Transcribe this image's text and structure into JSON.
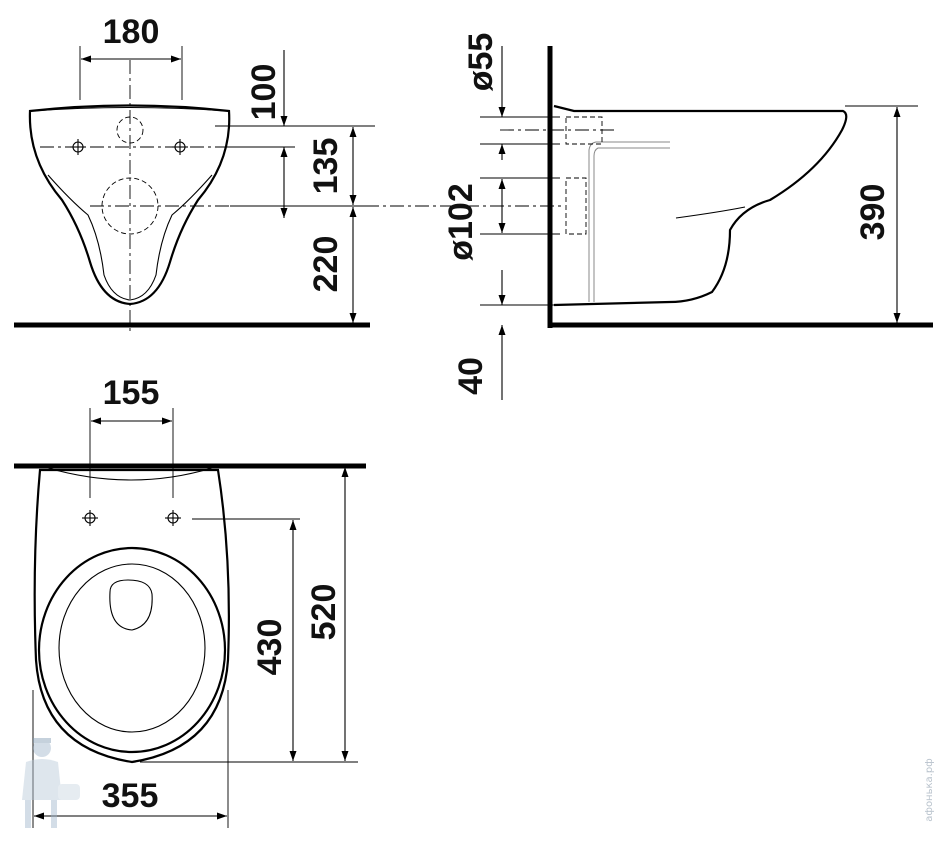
{
  "front_view": {
    "dim_width": "180",
    "dim_top_offset": "100",
    "dim_mount_height": "135",
    "dim_outlet_height": "220"
  },
  "side_view": {
    "dim_inlet_diameter": "ø55",
    "dim_outlet_diameter": "ø102",
    "dim_floor_gap": "40",
    "dim_height": "390"
  },
  "top_view": {
    "dim_bolt_spacing": "155",
    "dim_width": "355",
    "dim_bolt_to_front": "430",
    "dim_length": "520"
  },
  "watermark": {
    "text": "афонька.рф",
    "icon": "plumber-mascot-icon"
  }
}
